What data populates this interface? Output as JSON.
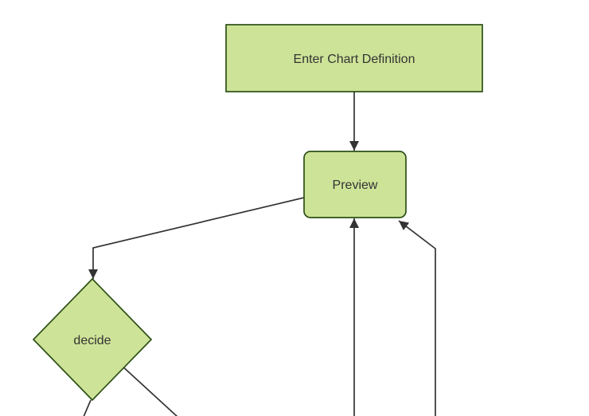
{
  "diagram": {
    "kind": "flowchart",
    "background": "#ffffff",
    "node_fill": "#cde498",
    "node_border": "#2d5016",
    "edge_color": "#333333",
    "text_color": "#333333",
    "nodes": [
      {
        "id": "A",
        "label": "Enter Chart Definition",
        "shape": "rectangle"
      },
      {
        "id": "B",
        "label": "Preview",
        "shape": "rounded-rectangle"
      },
      {
        "id": "C",
        "label": "decide",
        "shape": "diamond"
      }
    ],
    "edges": [
      {
        "from": "A",
        "to": "B",
        "arrow": true
      },
      {
        "from": "B",
        "to": "C",
        "arrow": true
      },
      {
        "from": "C",
        "to": "offscreen-bottom-left",
        "arrow": false
      },
      {
        "from": "C",
        "to": "offscreen-bottom-right",
        "arrow": false
      },
      {
        "from": "offscreen-bottom",
        "to": "B",
        "arrow": true
      },
      {
        "from": "offscreen-bottom-far-right",
        "to": "B",
        "arrow": true
      }
    ]
  }
}
